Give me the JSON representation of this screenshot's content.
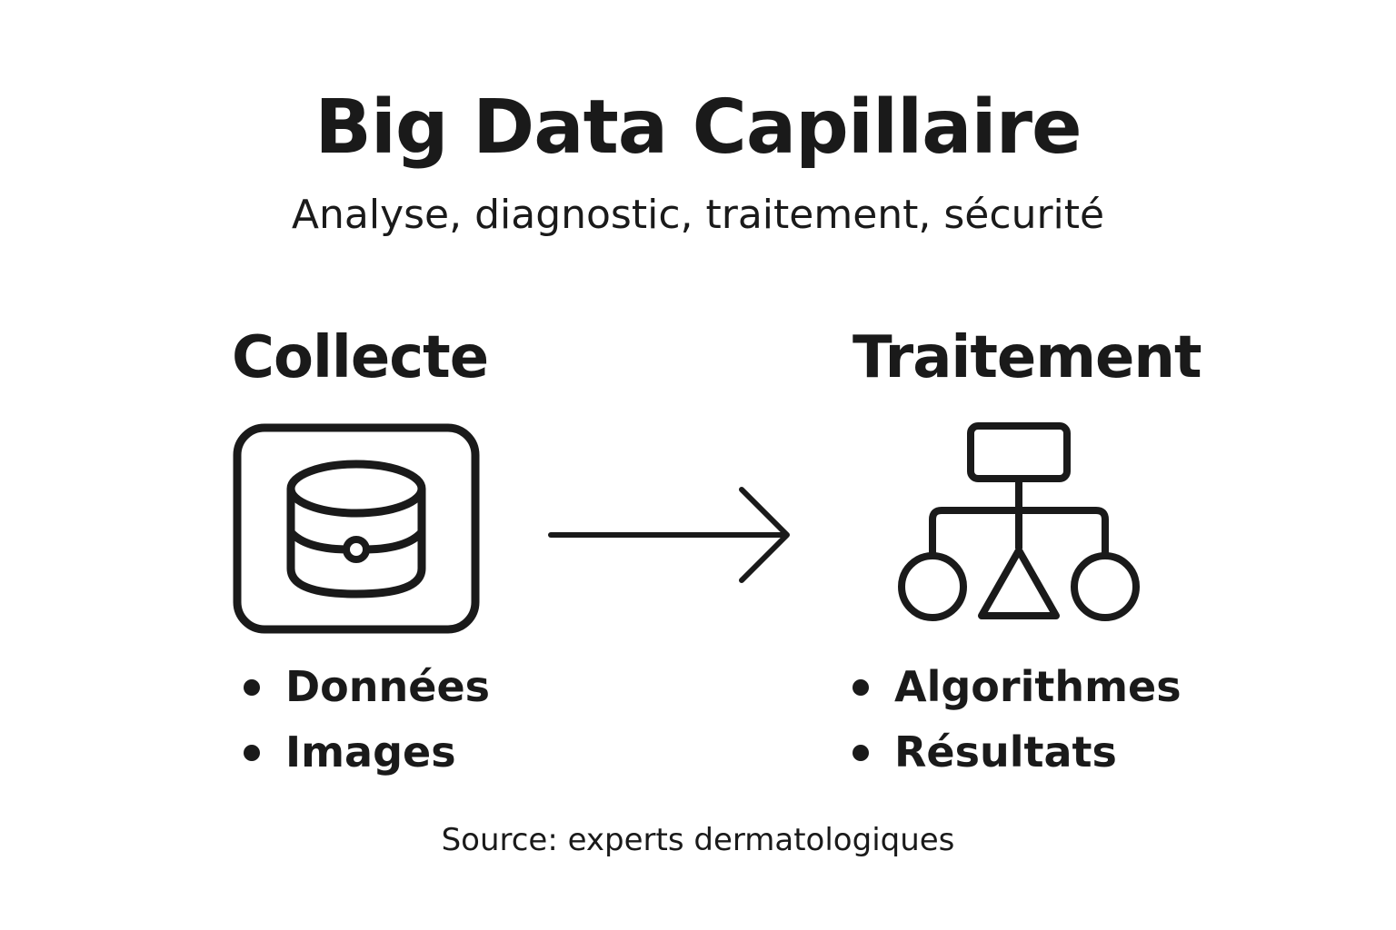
{
  "header": {
    "title": "Big Data Capillaire",
    "subtitle": "Analyse, diagnostic, traitement, sécurité"
  },
  "collect": {
    "title": "Collecte",
    "icon": "database-icon",
    "items": [
      {
        "label": "Données"
      },
      {
        "label": "Images"
      }
    ]
  },
  "flow": {
    "icon": "arrow-right-icon"
  },
  "process": {
    "title": "Traitement",
    "icon": "hierarchy-tree-icon",
    "items": [
      {
        "label": "Algorithmes"
      },
      {
        "label": "Résultats"
      }
    ]
  },
  "footer": {
    "source": "Source: experts dermatologiques"
  },
  "colors": {
    "ink": "#1a1a1a",
    "background": "#ffffff"
  }
}
